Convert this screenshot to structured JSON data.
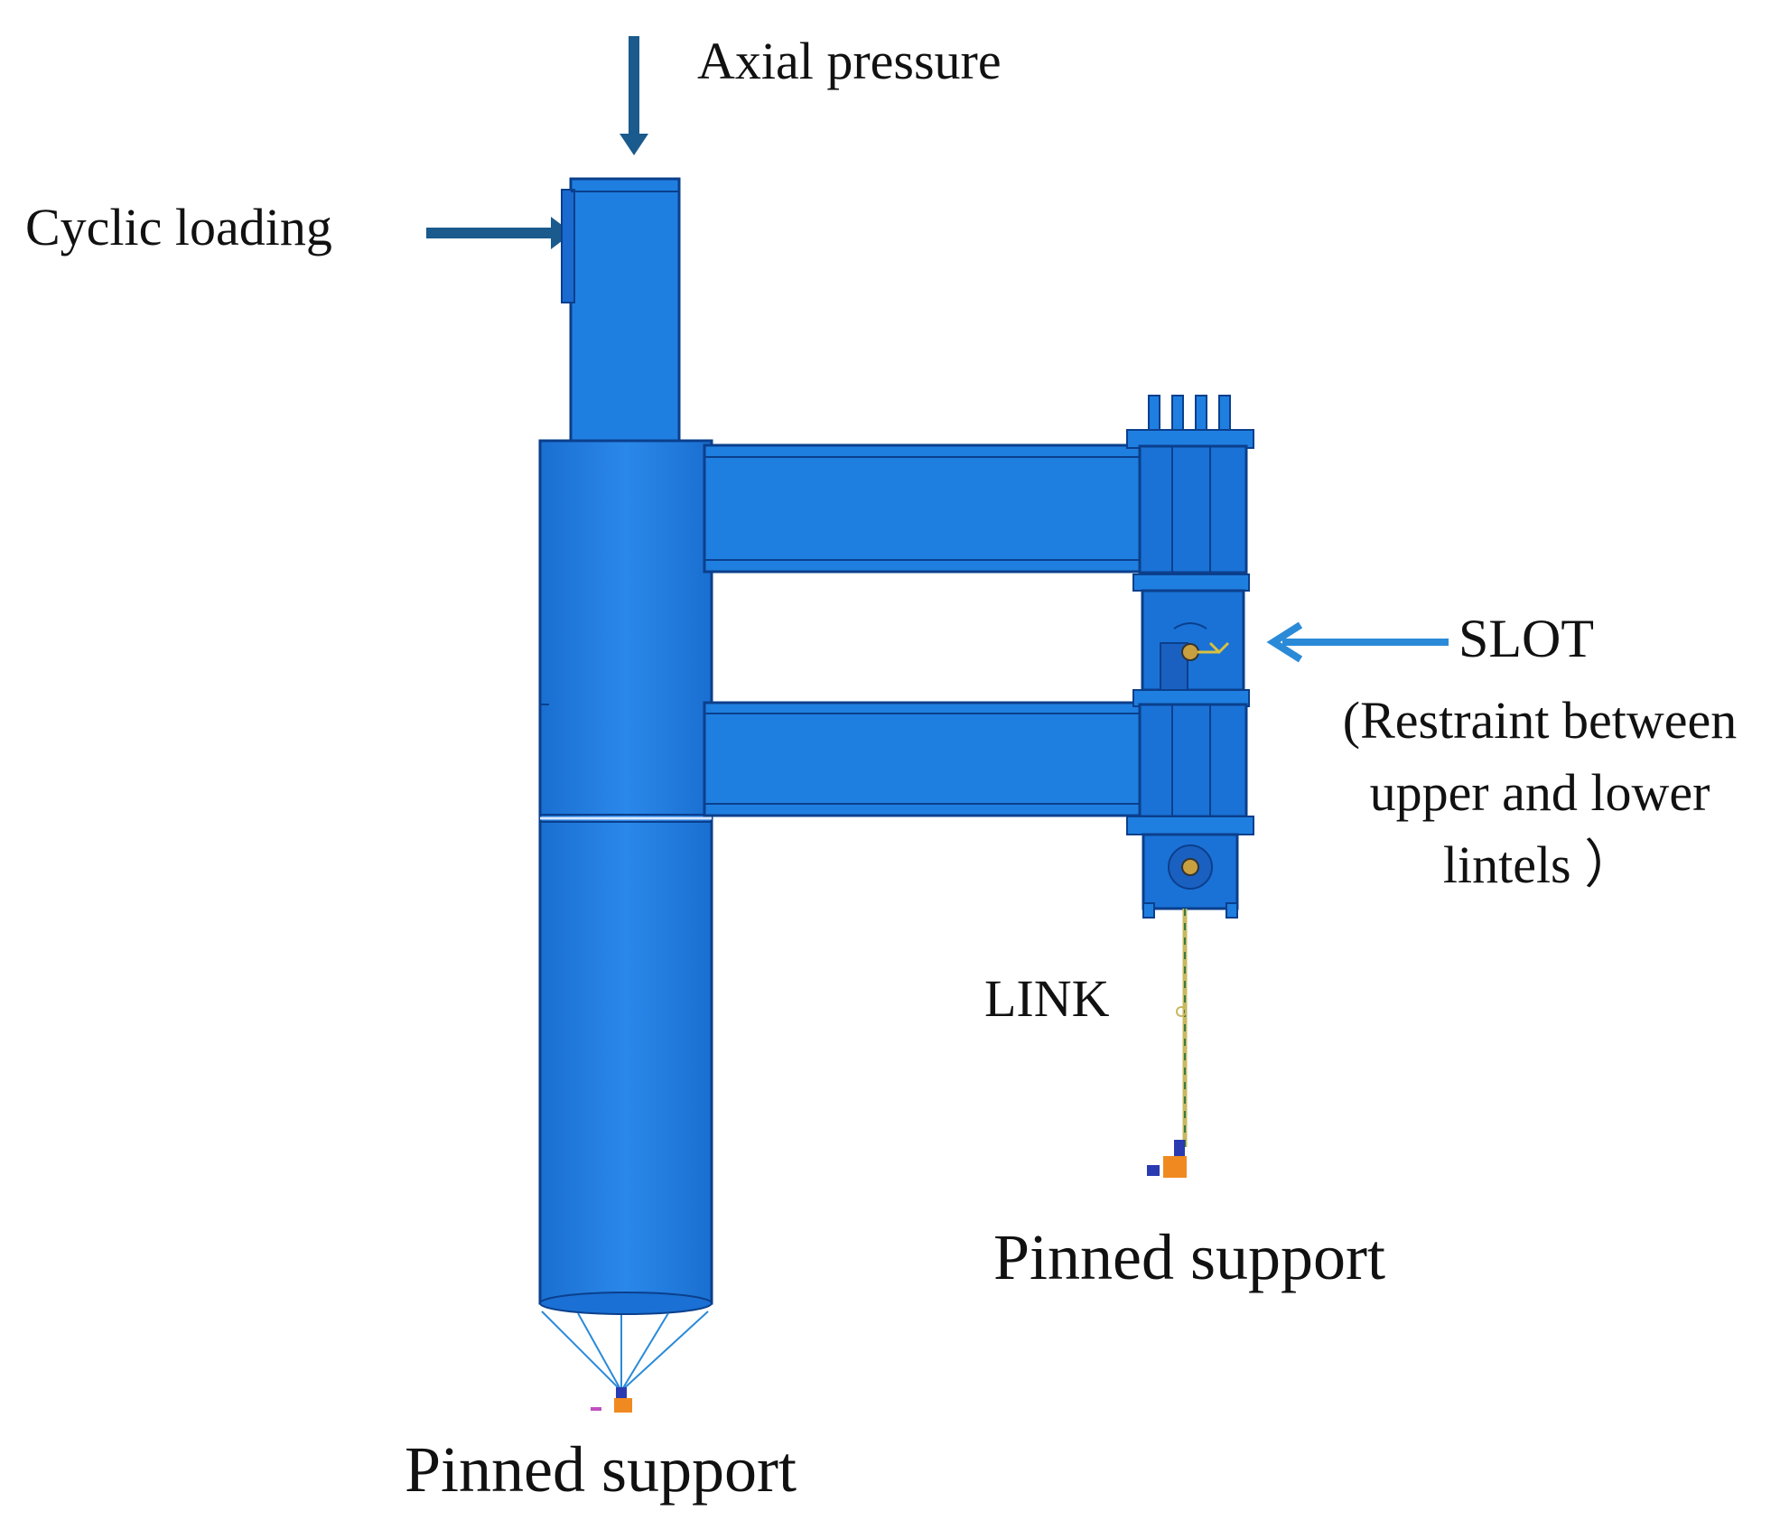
{
  "labels": {
    "axial_pressure": "Axial pressure",
    "cyclic_loading": "Cyclic loading",
    "slot": "SLOT",
    "slot_description": "(Restraint between upper and lower lintels ）",
    "link": "LINK",
    "pinned_support_right": "Pinned support",
    "pinned_support_left": "Pinned support"
  },
  "colors": {
    "model_fill": "#1f7fe0",
    "model_edge": "#0b3f8c",
    "arrow_dark": "#1a5a8c",
    "arrow_slot": "#2a8ad8",
    "support_orange": "#f08a20",
    "support_blue": "#2a3ab0",
    "link_line": "#c8b860"
  }
}
